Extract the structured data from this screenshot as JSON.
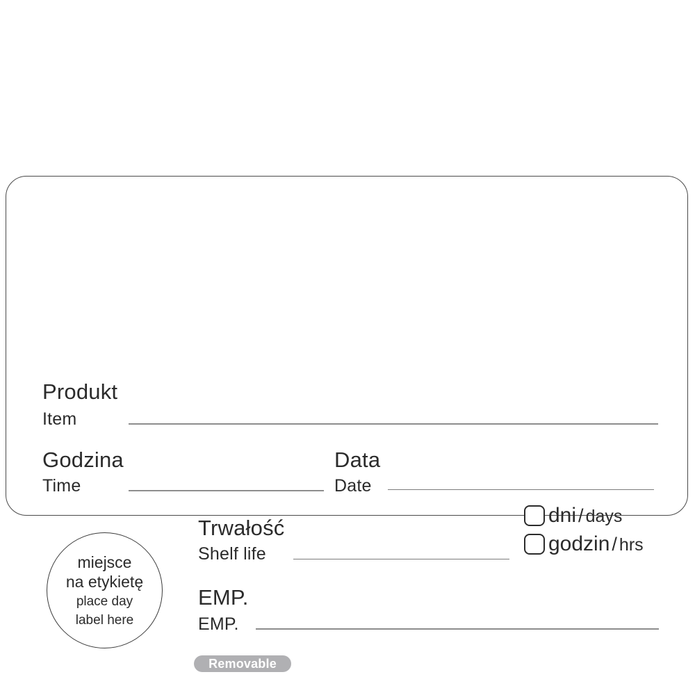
{
  "label": {
    "card_border_color": "#4a4a4a",
    "rule_color": "#8d8d8d",
    "text_color": "#2b2b2b",
    "fields": {
      "product": {
        "pl": "Produkt",
        "en": "Item"
      },
      "time": {
        "pl": "Godzina",
        "en": "Time"
      },
      "date": {
        "pl": "Data",
        "en": "Date"
      },
      "shelf_life": {
        "pl": "Trwałość",
        "en": "Shelf life"
      },
      "emp": {
        "pl": "EMP.",
        "en": "EMP."
      }
    },
    "stamp": {
      "pl_line1": "miejsce",
      "pl_line2": "na etykietę",
      "en_line1": "place day",
      "en_line2": "label here"
    },
    "checkboxes": [
      {
        "id": "days",
        "primary": "dni",
        "separator": "/",
        "secondary": "days",
        "checked": false
      },
      {
        "id": "hrs",
        "primary": "godzin",
        "separator": "/",
        "secondary": "hrs",
        "checked": false
      }
    ],
    "badge": {
      "text": "Removable",
      "background": "#b0b0b3",
      "color": "#ffffff"
    }
  }
}
